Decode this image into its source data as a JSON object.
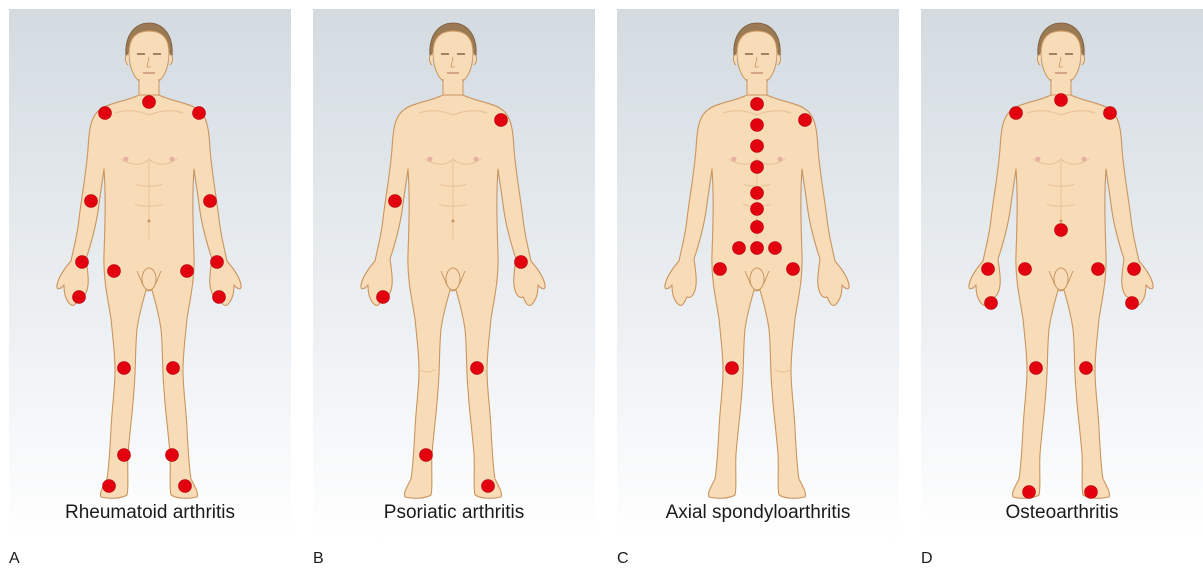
{
  "colors": {
    "joint_marker": "#e3000f",
    "skin": "#f8dcb8",
    "panel_top": "#d3dbe1",
    "panel_bottom": "#ffffff"
  },
  "panels": [
    {
      "letter": "A",
      "caption": "Rheumatoid arthritis",
      "marked_joints": [
        "neck",
        "left-shoulder",
        "right-shoulder",
        "left-elbow",
        "right-elbow",
        "left-wrist",
        "right-wrist",
        "left-hand",
        "right-hand",
        "left-hip",
        "right-hip",
        "left-knee",
        "right-knee",
        "left-ankle",
        "right-ankle",
        "left-foot",
        "right-foot"
      ]
    },
    {
      "letter": "B",
      "caption": "Psoriatic arthritis",
      "marked_joints": [
        "left-shoulder",
        "right-elbow",
        "left-wrist",
        "right-hand",
        "left-knee",
        "right-ankle",
        "left-foot"
      ]
    },
    {
      "letter": "C",
      "caption": "Axial spondyloarthritis",
      "marked_joints": [
        "neck",
        "left-shoulder",
        "spine-1",
        "spine-2",
        "spine-3",
        "spine-4",
        "spine-5",
        "spine-6",
        "sacroiliac-left",
        "sacrum",
        "sacroiliac-right",
        "left-hip",
        "right-hip",
        "right-knee"
      ]
    },
    {
      "letter": "D",
      "caption": "Osteoarthritis",
      "marked_joints": [
        "neck",
        "left-shoulder",
        "right-shoulder",
        "lumbar-spine",
        "left-wrist",
        "right-wrist",
        "left-hand",
        "right-hand",
        "left-hip",
        "right-hip",
        "left-knee",
        "right-knee",
        "left-foot",
        "right-foot"
      ]
    }
  ]
}
